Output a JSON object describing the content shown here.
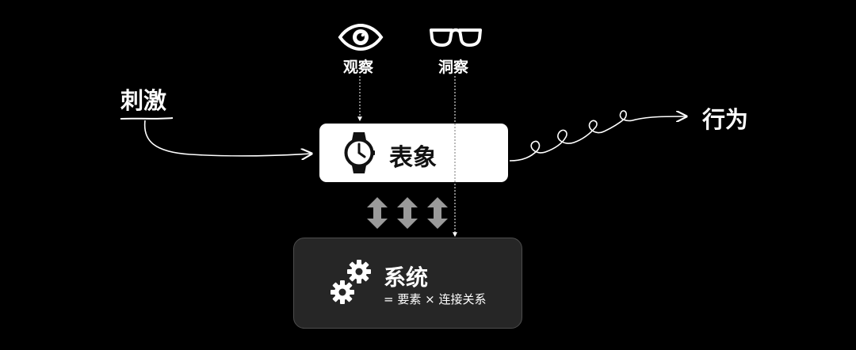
{
  "labels": {
    "stimulus": "刺激",
    "behavior": "行为",
    "observe": "观察",
    "insight": "洞察"
  },
  "appearance": {
    "title": "表象"
  },
  "system": {
    "title": "系统",
    "formula": "= 要素 × 连接关系"
  },
  "icons": {
    "observe": "eye-icon",
    "insight": "glasses-icon",
    "appearance": "watch-icon",
    "system": "gears-icon",
    "exchange": "double-arrow-icon"
  },
  "colors": {
    "background": "#000000",
    "card_light": "#ffffff",
    "card_dark": "#262626",
    "arrow_gray": "#9a9a9a",
    "line": "#ffffff"
  }
}
